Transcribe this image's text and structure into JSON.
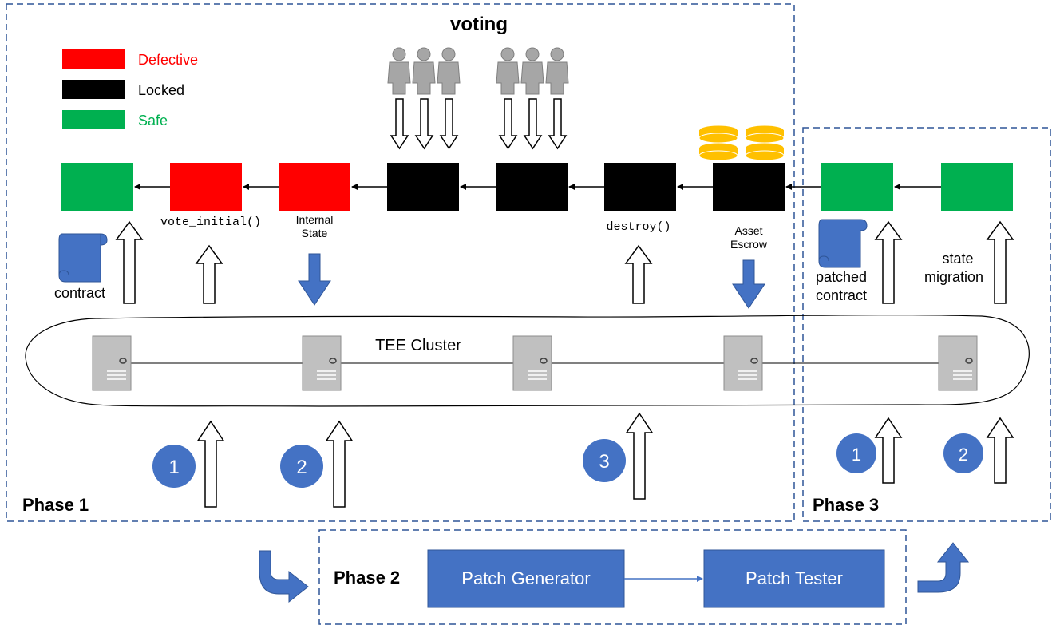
{
  "title": "voting",
  "legend": [
    {
      "label": "Defective",
      "color": "#ff0000",
      "text_color": "#ff0000"
    },
    {
      "label": "Locked",
      "color": "#000000",
      "text_color": "#000000"
    },
    {
      "label": "Safe",
      "color": "#00b050",
      "text_color": "#00b050"
    }
  ],
  "blocks": [
    {
      "status": "safe",
      "label": ""
    },
    {
      "status": "defective",
      "label": "vote_initial()"
    },
    {
      "status": "defective",
      "label": "Internal State"
    },
    {
      "status": "locked",
      "label": ""
    },
    {
      "status": "locked",
      "label": ""
    },
    {
      "status": "locked",
      "label": "destroy()"
    },
    {
      "status": "locked",
      "label": "Asset Escrow"
    },
    {
      "status": "safe",
      "label": ""
    },
    {
      "status": "safe",
      "label": ""
    }
  ],
  "labels": {
    "contract": "contract",
    "patched_contract": "patched contract",
    "state_migration": "state migration",
    "cluster": "TEE Cluster"
  },
  "phases": {
    "phase1": "Phase 1",
    "phase2": "Phase 2",
    "phase3": "Phase 3"
  },
  "steps": {
    "phase1": [
      "1",
      "2",
      "3"
    ],
    "phase3": [
      "1",
      "2"
    ]
  },
  "phase2_boxes": {
    "generator": "Patch Generator",
    "tester": "Patch Tester"
  },
  "colors": {
    "defective": "#ff0000",
    "locked": "#000000",
    "safe": "#00b050",
    "accent_blue": "#4472c4",
    "dash_border": "#2f5597",
    "server": "#c0c0c0",
    "coin": "#ffc000"
  }
}
